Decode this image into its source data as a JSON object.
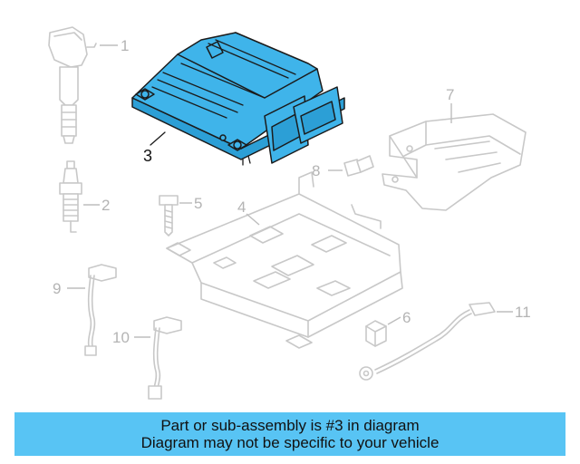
{
  "callouts": {
    "c1": "1",
    "c2": "2",
    "c3": "3",
    "c4": "4",
    "c5": "5",
    "c6": "6",
    "c7": "7",
    "c8": "8",
    "c9": "9",
    "c10": "10",
    "c11": "11"
  },
  "highlight_color": "#3fb4ea",
  "banner": {
    "line1": "Part or sub-assembly is #3 in diagram",
    "line2": "Diagram may not be specific to your vehicle",
    "color": "#58c4f4"
  }
}
